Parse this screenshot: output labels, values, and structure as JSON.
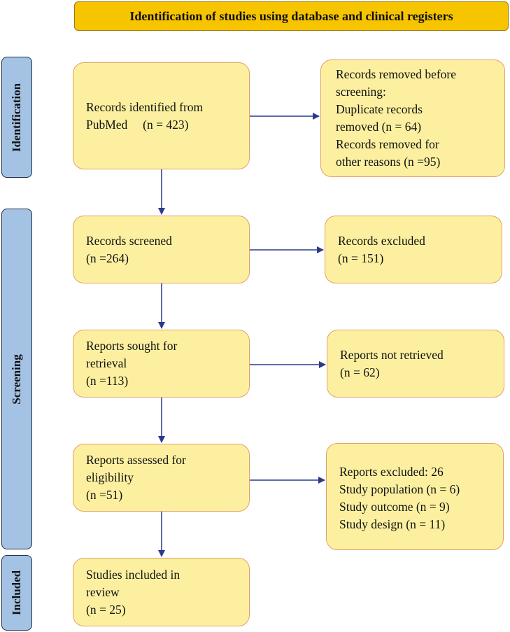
{
  "header": {
    "title": "Identification of studies using database and clinical registers"
  },
  "phases": {
    "identification": "Identification",
    "screening": "Screening",
    "included": "Included"
  },
  "boxes": {
    "records_identified": [
      "Records identified from",
      "PubMed     (n = 423)"
    ],
    "records_removed": [
      "Records removed before",
      "screening:",
      "Duplicate records",
      "removed (n = 64)",
      "Records removed for",
      "other reasons (n =95)"
    ],
    "records_screened": [
      "Records screened",
      "(n =264)"
    ],
    "records_excluded": [
      "Records excluded",
      "(n = 151)"
    ],
    "reports_sought": [
      "Reports sought for",
      "retrieval",
      "(n =113)"
    ],
    "reports_not_retrieved": [
      "Reports not retrieved",
      "(n = 62)"
    ],
    "reports_assessed": [
      "Reports assessed for",
      "eligibility",
      "(n =51)"
    ],
    "reports_excluded": [
      "Reports excluded: 26",
      "Study population (n = 6)",
      "Study outcome (n = 9)",
      "Study design (n = 11)"
    ],
    "studies_included": [
      "Studies included in",
      "review",
      "(n = 25)"
    ]
  },
  "colors": {
    "header_fill": "#f7c400",
    "box_fill": "#fcf0a0",
    "box_border": "#e3a06a",
    "phase_fill": "#a4c2e4",
    "arrow": "#2b3a8c"
  }
}
